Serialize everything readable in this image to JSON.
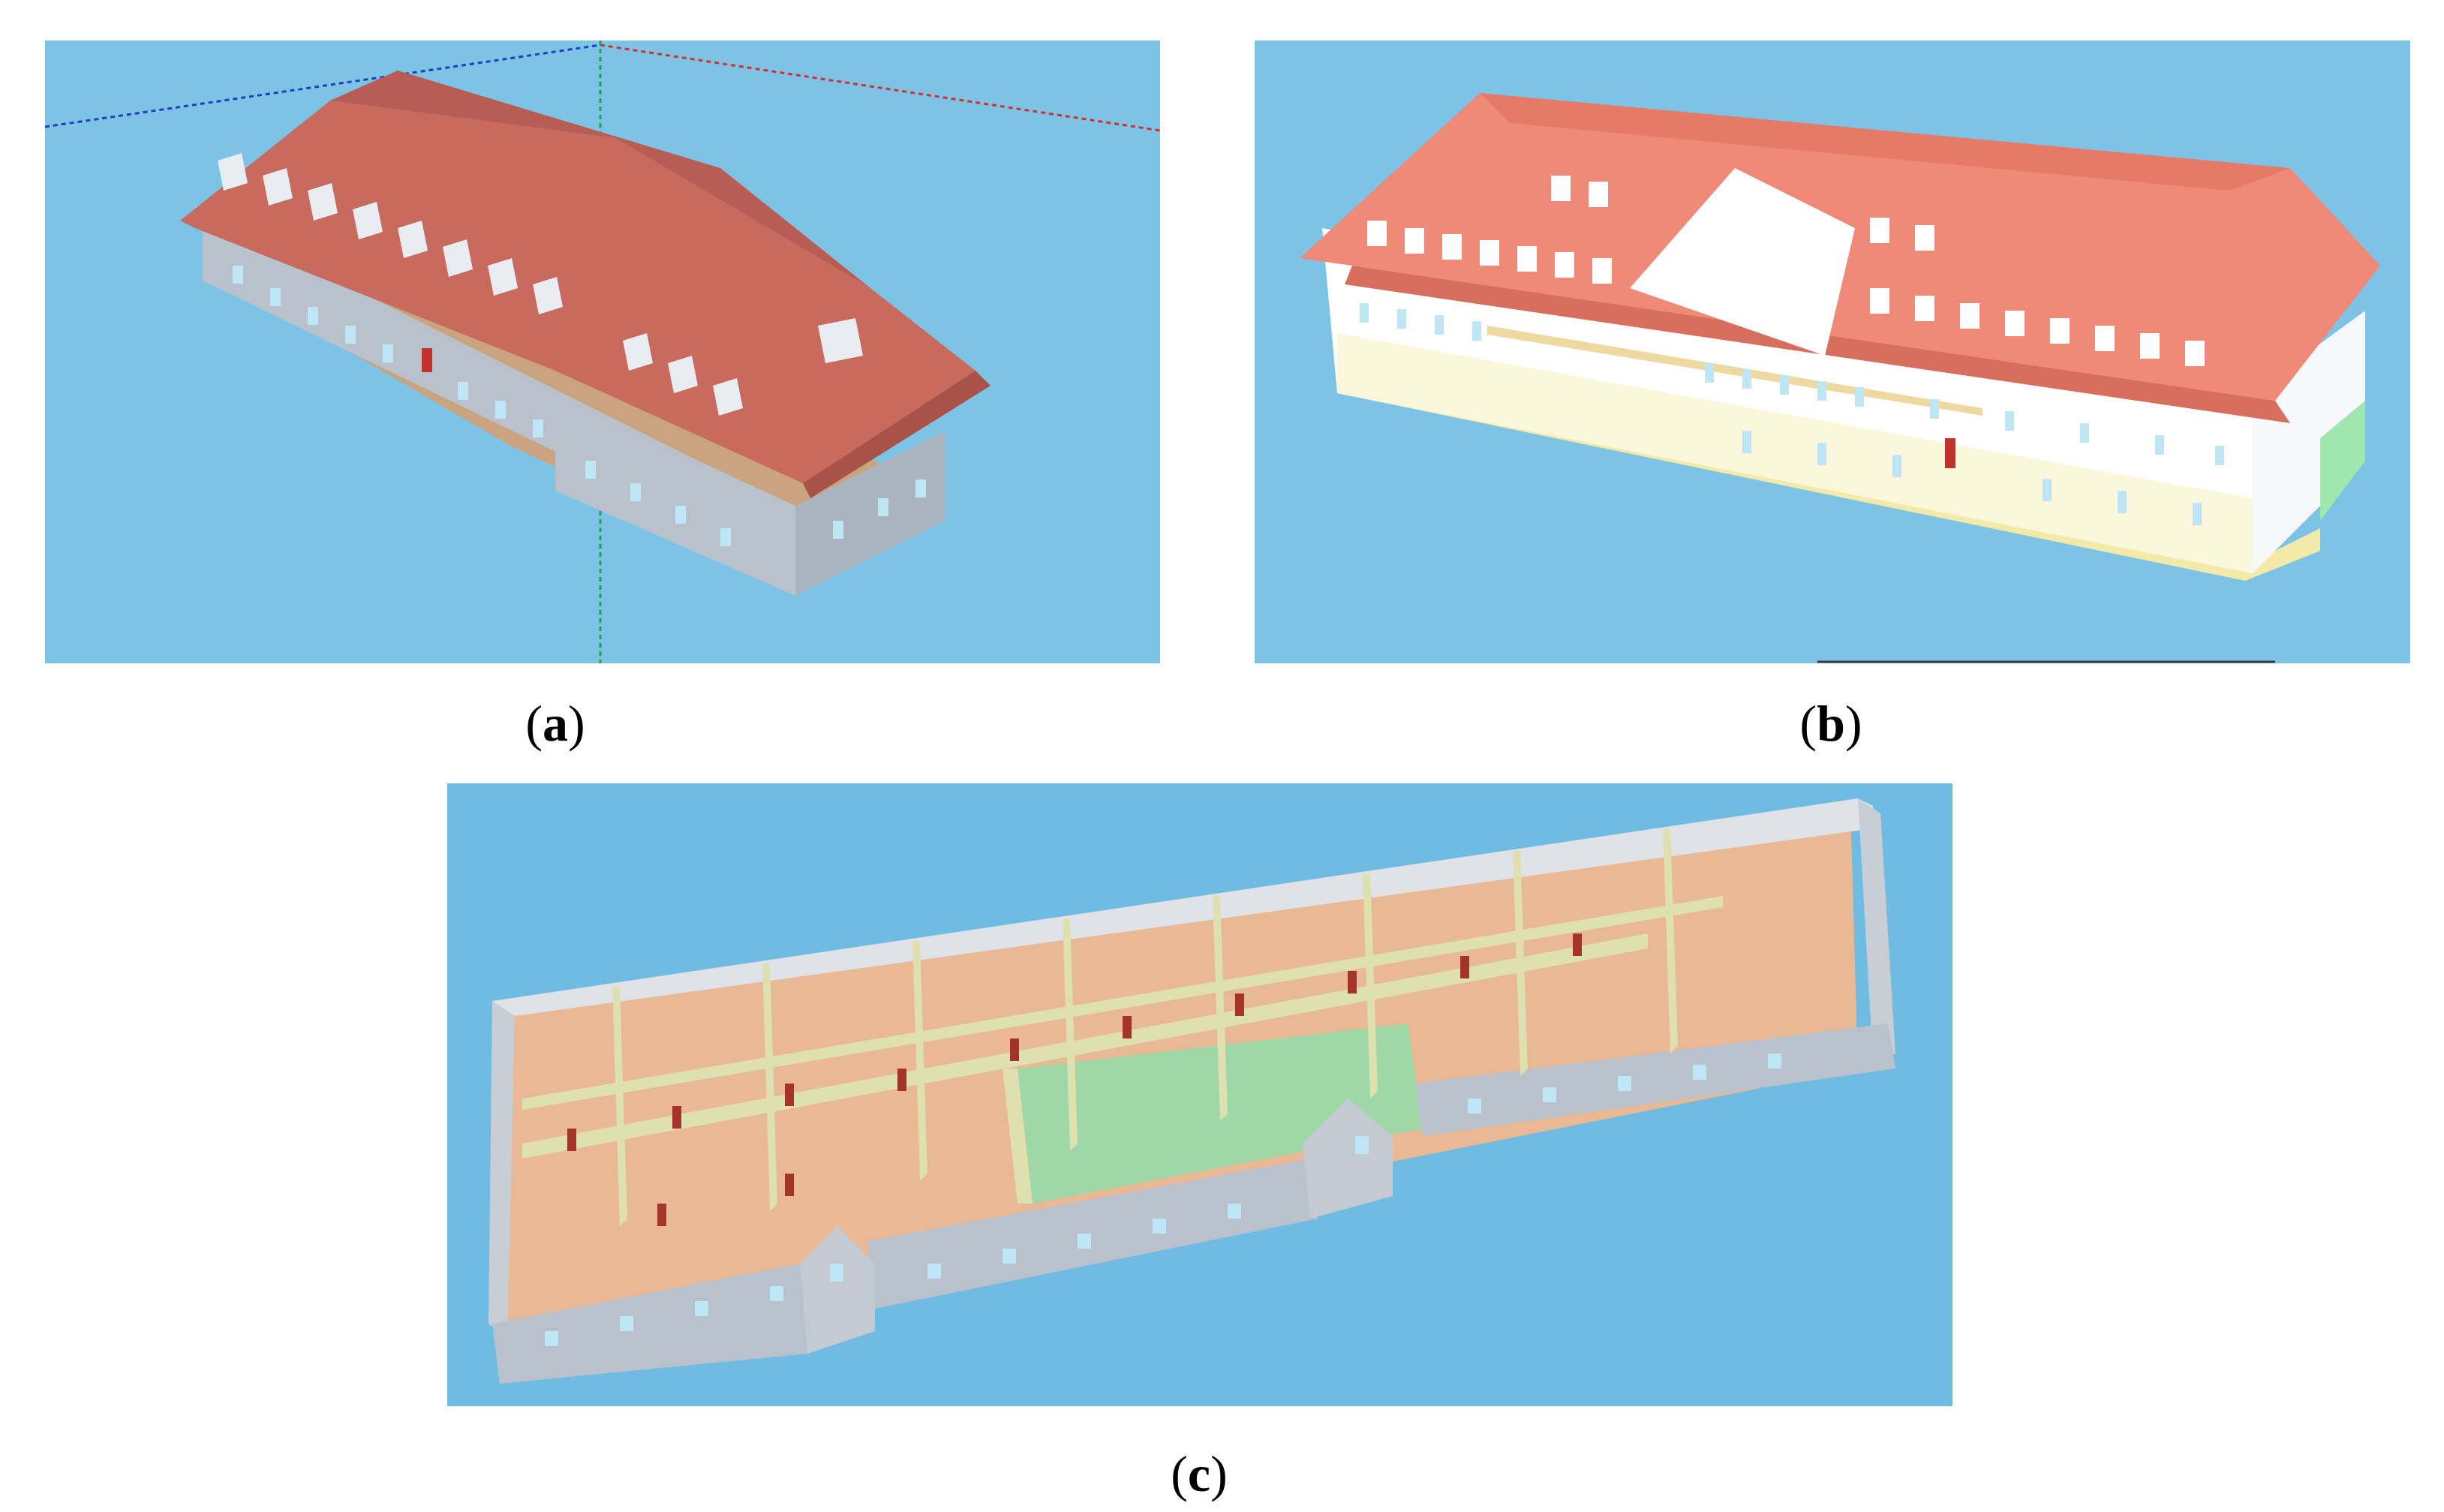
{
  "colors": {
    "sky": "#7cc3e6",
    "roof": "#c96a5f",
    "roof_light": "#f08a78",
    "wall_grey": "#b9c2cc",
    "wall_white": "#ffffff",
    "base_brown": "#c9a47f",
    "window": "#bfe6f5",
    "door_red": "#c0322b",
    "floor_orange": "#e8b994",
    "floor_green": "#9fd8a6",
    "partition": "#dfe0b0"
  },
  "panels": [
    {
      "id": "a",
      "caption_letter": "a",
      "caption_open": "(",
      "caption_close": ")"
    },
    {
      "id": "b",
      "caption_letter": "b",
      "caption_open": "(",
      "caption_close": ")"
    },
    {
      "id": "c",
      "caption_letter": "c",
      "caption_open": "(",
      "caption_close": ")"
    }
  ]
}
